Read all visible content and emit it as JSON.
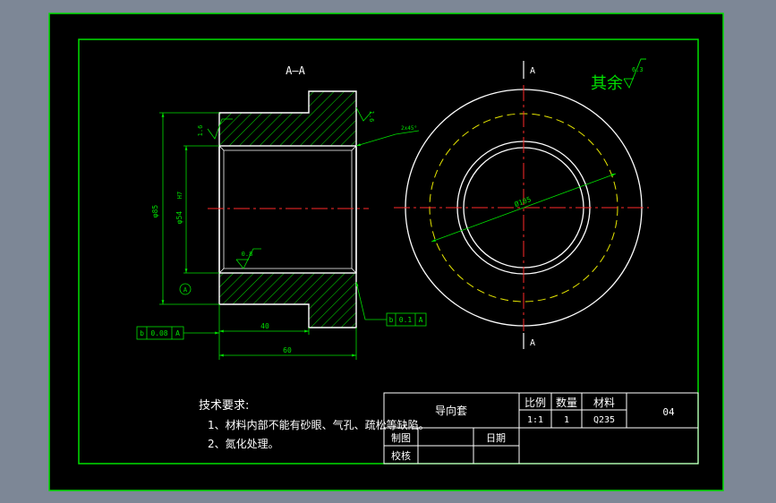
{
  "colors": {
    "bg": "#7d8796",
    "sheet": "#000000",
    "frame": "#00e000",
    "outline": "#ffffff",
    "dim": "#00e000",
    "center": "#ff2a2a",
    "hidden": "#e8e800",
    "text_white": "#ffffff"
  },
  "section_label": "A—A",
  "view_label_top": "A",
  "view_label_bottom": "A",
  "roughness_other": {
    "text": "其余",
    "value": "6.3"
  },
  "dims": {
    "d_outer": "φ85",
    "d_bore": "φ54",
    "fit": "H7",
    "len_40": "40",
    "len_60": "60",
    "dia_105": "Ø105",
    "chamfer": "2x45°",
    "rough_1_6_a": "1.6",
    "rough_1_6_b": "1.6",
    "rough_0_8": "0.8",
    "datum": "A"
  },
  "tolerances": {
    "left": {
      "symbol": "b",
      "value": "0.08",
      "datum": "A"
    },
    "right": {
      "symbol": "b",
      "value": "0.1",
      "datum": "A"
    }
  },
  "notes": {
    "title": "技术要求:",
    "line1": "1、材料内部不能有砂眼、气孔、疏松等缺陷。",
    "line2": "2、氮化处理。"
  },
  "title_block": {
    "part_name": "导向套",
    "scale_label": "比例",
    "qty_label": "数量",
    "material_label": "材料",
    "scale": "1:1",
    "qty": "1",
    "material": "Q235",
    "drawing_no": "04",
    "drawn_by": "制图",
    "checked_by": "校核",
    "date": "日期"
  }
}
